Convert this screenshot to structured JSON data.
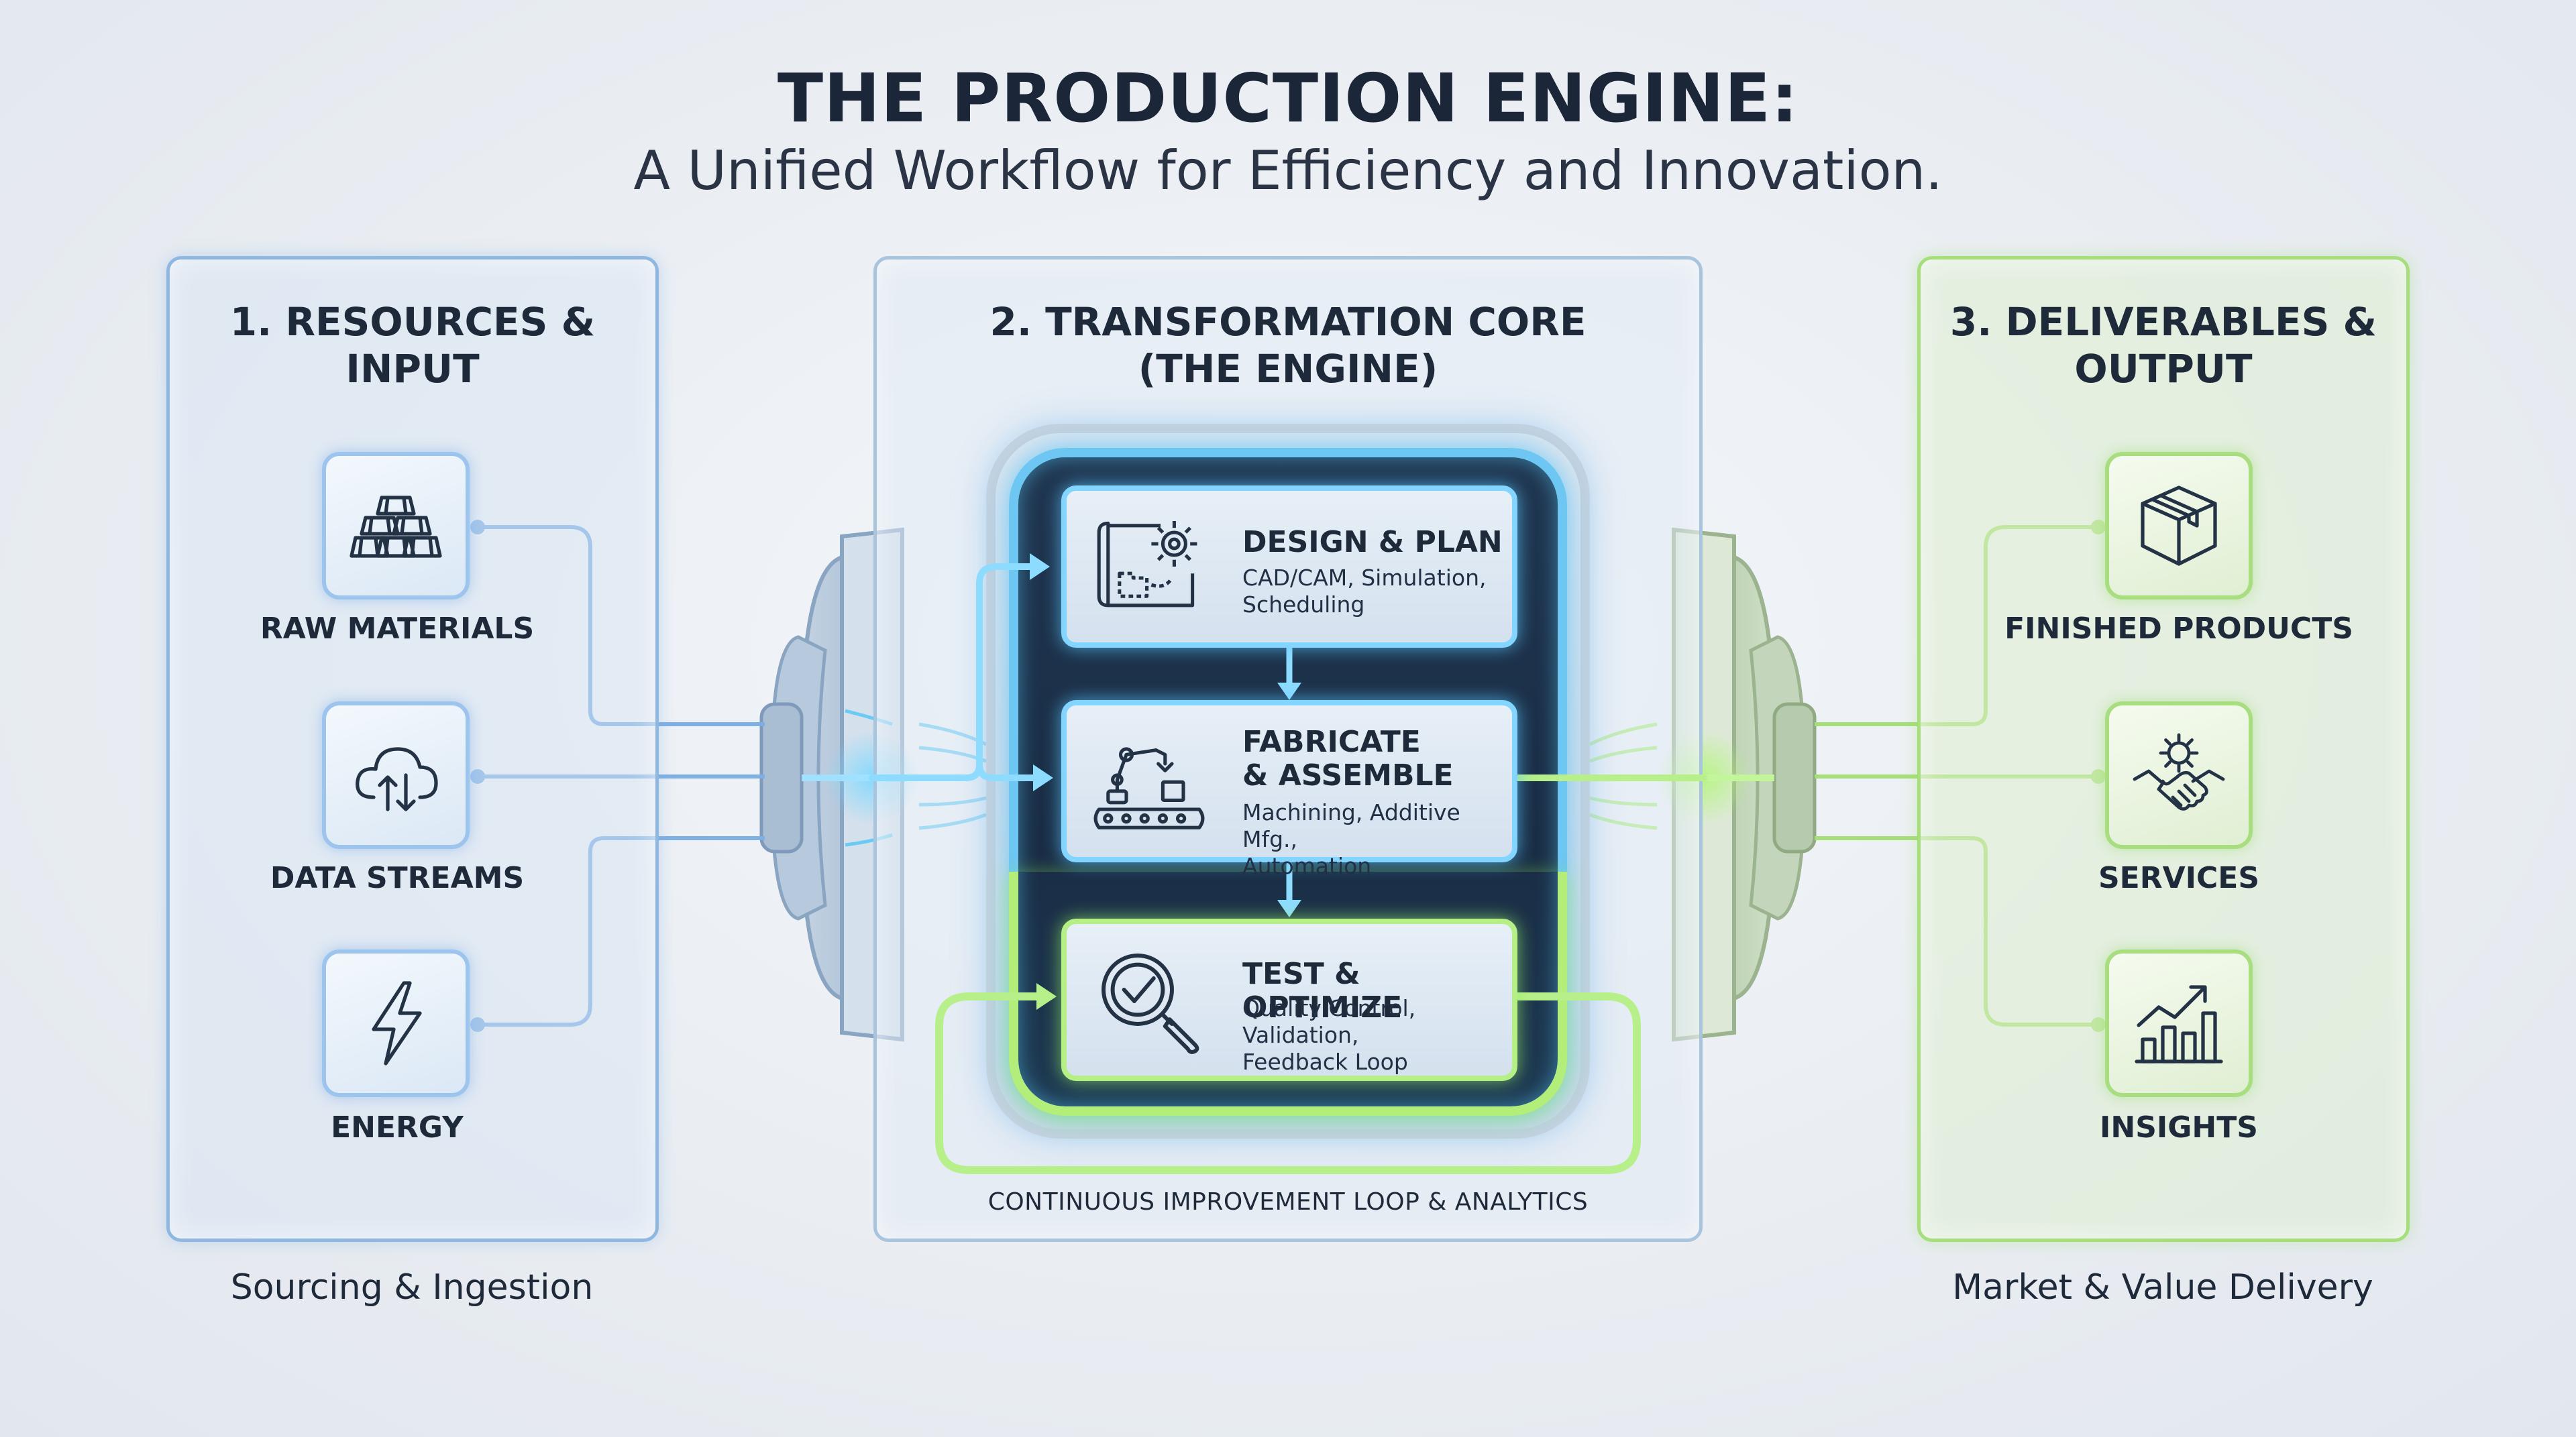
{
  "header": {
    "title": "THE PRODUCTION ENGINE:",
    "subtitle": "A Unified Workflow for Efficiency and Innovation."
  },
  "panels": {
    "resources": {
      "title": "1. RESOURCES &\nINPUT",
      "footer": "Sourcing & Ingestion",
      "items": [
        {
          "label": "RAW MATERIALS",
          "icon": "gold-bars-icon"
        },
        {
          "label": "DATA STREAMS",
          "icon": "cloud-sync-icon"
        },
        {
          "label": "ENERGY",
          "icon": "lightning-icon"
        }
      ]
    },
    "core": {
      "title": "2. TRANSFORMATION CORE\n(THE ENGINE)",
      "steps": [
        {
          "title": "DESIGN & PLAN",
          "desc": "CAD/CAM, Simulation,\nScheduling",
          "icon": "blueprint-gear-icon"
        },
        {
          "title": "FABRICATE\n& ASSEMBLE",
          "desc": "Machining, Additive Mfg.,\nAutomation",
          "icon": "robot-arm-icon"
        },
        {
          "title": "TEST & OPTIMIZE",
          "desc": "Quality Control, Validation,\nFeedback Loop",
          "icon": "magnifier-check-icon"
        }
      ],
      "loop_label": "CONTINUOUS IMPROVEMENT LOOP & ANALYTICS"
    },
    "deliverables": {
      "title": "3. DELIVERABLES &\nOUTPUT",
      "footer": "Market & Value Delivery",
      "items": [
        {
          "label": "FINISHED PRODUCTS",
          "icon": "box-icon"
        },
        {
          "label": "SERVICES",
          "icon": "handshake-gear-icon"
        },
        {
          "label": "INSIGHTS",
          "icon": "bar-chart-arrow-icon"
        }
      ]
    }
  },
  "colors": {
    "input_accent": "#8fb7e0",
    "engine_blue": "#6ec6f2",
    "output_green": "#a5de7b",
    "text": "#1e2a3a"
  }
}
